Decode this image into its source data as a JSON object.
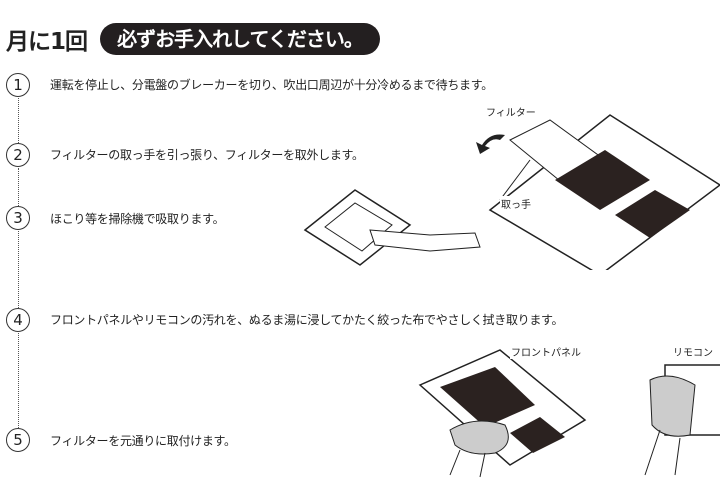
{
  "header": {
    "title": "月に1回",
    "badge": "必ずお手入れしてください。"
  },
  "steps": [
    {
      "num": "1",
      "text": "運転を停止し、分電盤のブレーカーを切り、吹出口周辺が十分冷めるまで待ちます。"
    },
    {
      "num": "2",
      "text": "フィルターの取っ手を引っ張り、フィルターを取外します。"
    },
    {
      "num": "3",
      "text": "ほこり等を掃除機で吸取ります。"
    },
    {
      "num": "4",
      "text": "フロントパネルやリモコンの汚れを、ぬるま湯に浸してかたく絞った布でやさしく拭き取ります。"
    },
    {
      "num": "5",
      "text": "フィルターを元通りに取付けます。"
    }
  ],
  "labels": {
    "filter": "フィルター",
    "handle": "取っ手",
    "front_panel": "フロントパネル",
    "remote": "リモコン"
  }
}
